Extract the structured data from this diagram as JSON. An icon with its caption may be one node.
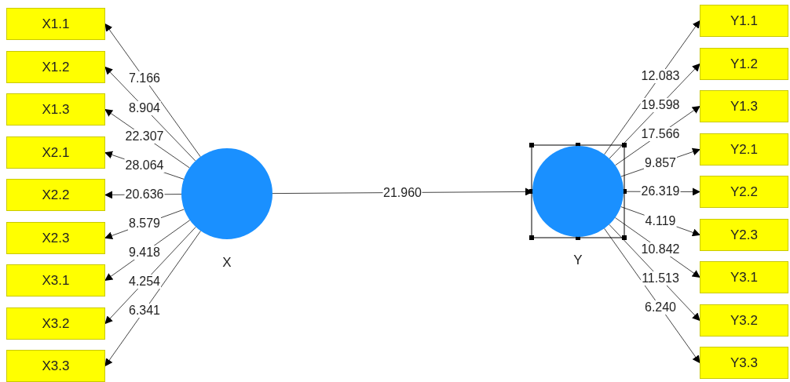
{
  "diagram": {
    "nodes": [
      {
        "text": [
          "X"
        ]
      },
      {
        "text": [
          "X1.1"
        ]
      },
      {
        "text": [
          "X1.2"
        ]
      },
      {
        "text": [
          "X1.3"
        ]
      },
      {
        "text": [
          "X2.1"
        ]
      },
      {
        "text": [
          "X2.2"
        ]
      },
      {
        "text": [
          "X2.3"
        ]
      },
      {
        "text": [
          "X3.1"
        ]
      },
      {
        "text": [
          "X3.2"
        ]
      },
      {
        "text": [
          "X3.3"
        ]
      },
      {
        "text": [
          "Y"
        ]
      },
      {
        "text": [
          "Y1.1"
        ]
      },
      {
        "text": [
          "Y1.2"
        ]
      },
      {
        "text": [
          "Y1.3"
        ]
      },
      {
        "text": [
          "Y2.1"
        ]
      },
      {
        "text": [
          "Y2.2"
        ]
      },
      {
        "text": [
          "Y2.3"
        ]
      },
      {
        "text": [
          "Y3.1"
        ]
      },
      {
        "text": [
          "Y3.2"
        ]
      },
      {
        "text": [
          "Y3.3"
        ]
      }
    ],
    "edges": [
      {
        "from": 0,
        "to": 10,
        "arrow": "to",
        "label": "21.960"
      },
      {
        "from": 0,
        "to": 1,
        "arrow": "to",
        "label": "7.166"
      },
      {
        "from": 0,
        "to": 2,
        "arrow": "to",
        "label": "8.904"
      },
      {
        "from": 0,
        "to": 3,
        "arrow": "to",
        "label": "22.307"
      },
      {
        "from": 0,
        "to": 4,
        "arrow": "to",
        "label": "28.064"
      },
      {
        "from": 0,
        "to": 5,
        "arrow": "to",
        "label": "20.636"
      },
      {
        "from": 0,
        "to": 6,
        "arrow": "to",
        "label": "8.579"
      },
      {
        "from": 0,
        "to": 7,
        "arrow": "to",
        "label": "9.418"
      },
      {
        "from": 0,
        "to": 8,
        "arrow": "to",
        "label": "4.254"
      },
      {
        "from": 0,
        "to": 9,
        "arrow": "to",
        "label": "6.341"
      },
      {
        "from": 10,
        "to": 11,
        "arrow": "to",
        "label": "12.083"
      },
      {
        "from": 10,
        "to": 12,
        "arrow": "to",
        "label": "19.598"
      },
      {
        "from": 10,
        "to": 13,
        "arrow": "to",
        "label": "17.566"
      },
      {
        "from": 10,
        "to": 14,
        "arrow": "to",
        "label": "9.857"
      },
      {
        "from": 10,
        "to": 15,
        "arrow": "to",
        "label": "26.319"
      },
      {
        "from": 10,
        "to": 16,
        "arrow": "to",
        "label": "4.119"
      },
      {
        "from": 10,
        "to": 17,
        "arrow": "to",
        "label": "10.842"
      },
      {
        "from": 10,
        "to": 18,
        "arrow": "to",
        "label": "11.513"
      },
      {
        "from": 10,
        "to": 19,
        "arrow": "to",
        "label": "6.240"
      }
    ]
  }
}
